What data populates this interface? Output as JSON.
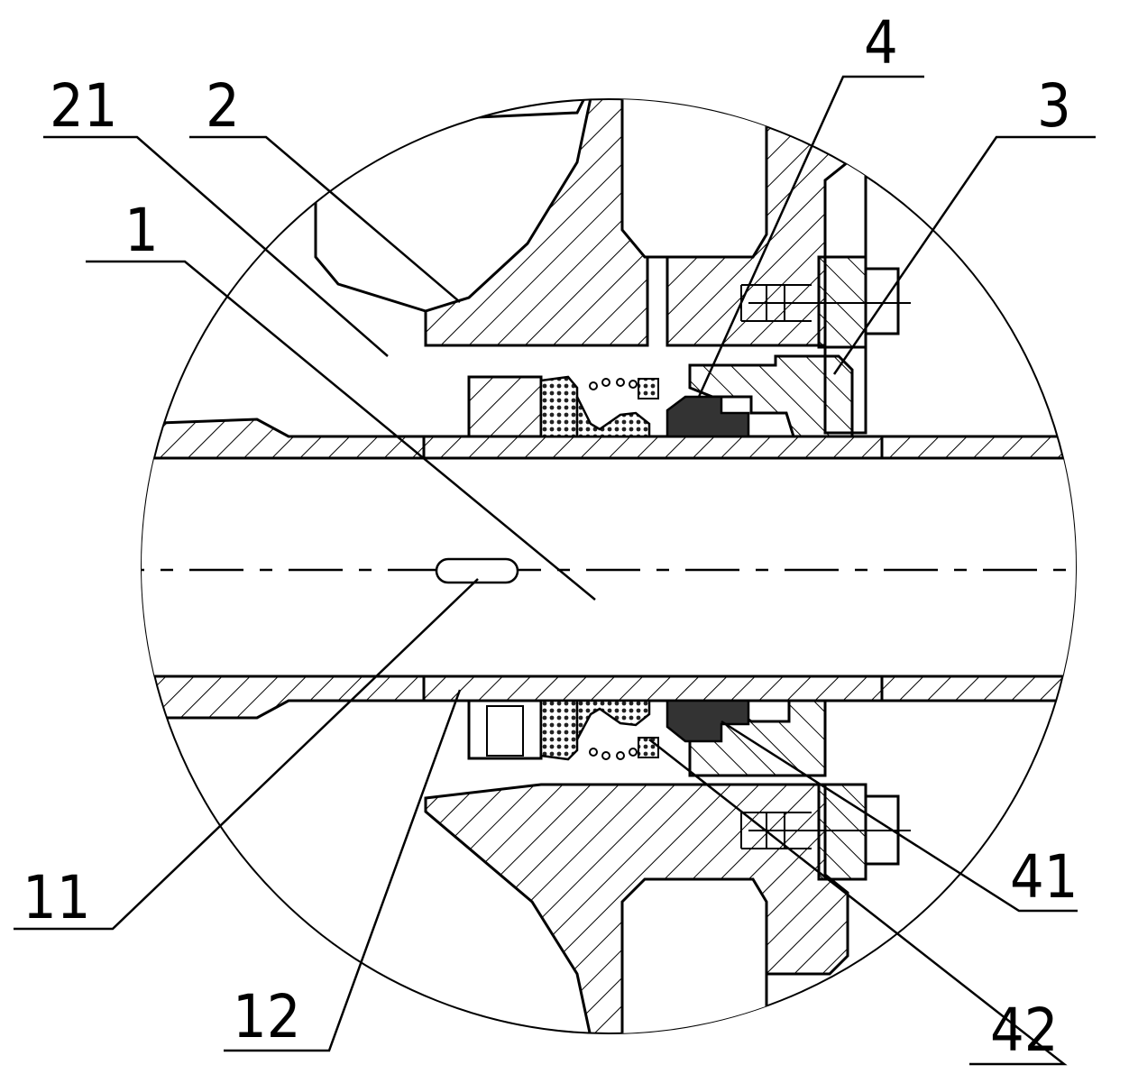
{
  "labels": {
    "l1": "1",
    "l2": "2",
    "l21": "21",
    "l3": "3",
    "l4": "4",
    "l41": "41",
    "l42": "42",
    "l11": "11",
    "l12": "12"
  },
  "colors": {
    "line": "#000000",
    "background": "#ffffff",
    "seal_fill": "#333333"
  }
}
